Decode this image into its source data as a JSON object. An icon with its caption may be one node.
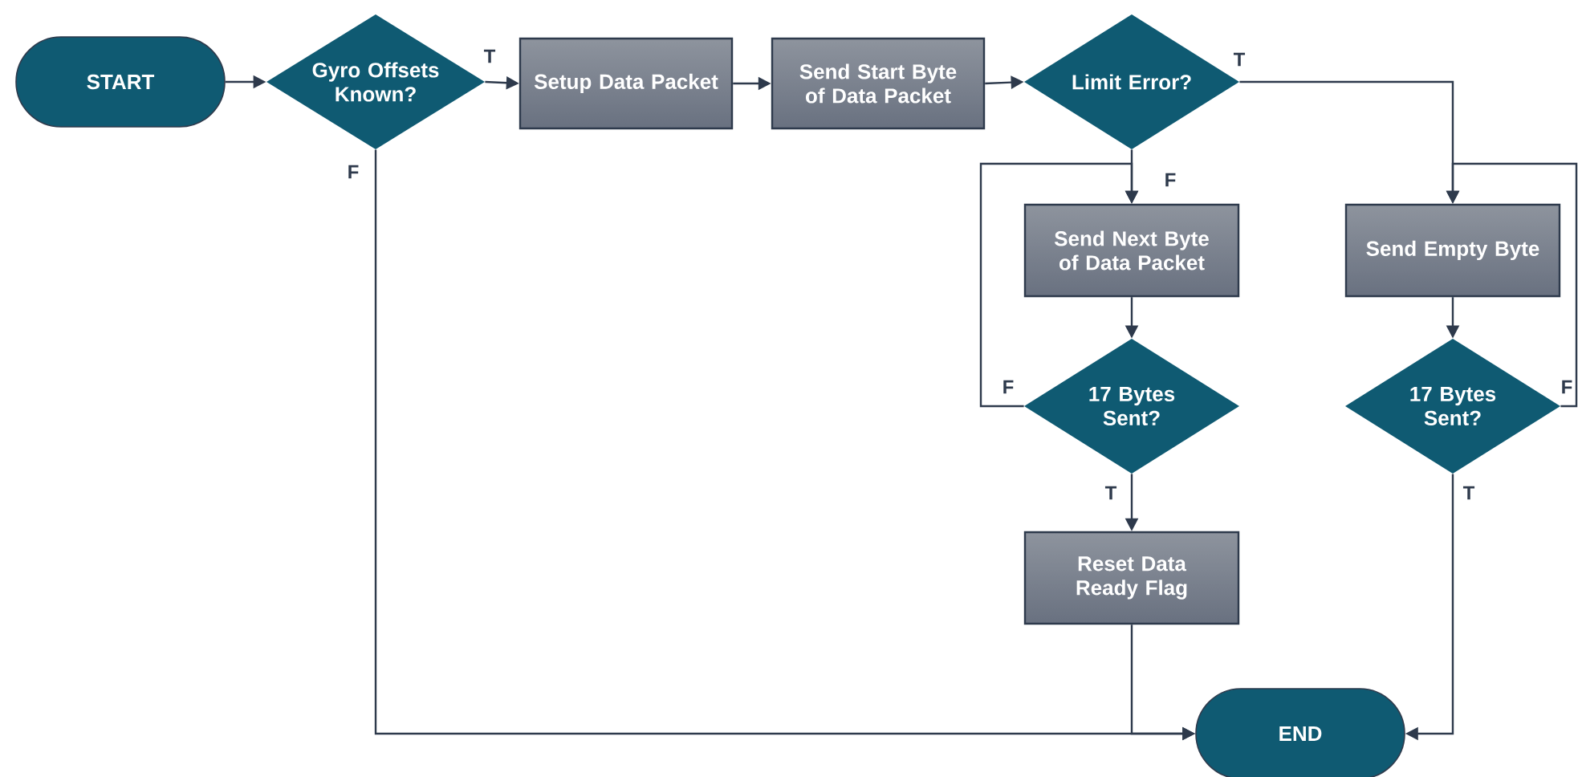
{
  "diagram": {
    "nodes": [
      {
        "text": [
          "START"
        ]
      },
      {
        "text": [
          "Gyro Offsets Known?"
        ]
      },
      {
        "text": [
          "Setup Data Packet"
        ]
      },
      {
        "text": [
          "Send Start Byte of Data Packet"
        ]
      },
      {
        "text": [
          "Limit Error?"
        ]
      },
      {
        "text": [
          "Send Next Byte of Data Packet"
        ]
      },
      {
        "text": [
          "Send Empty Byte"
        ]
      },
      {
        "text": [
          "17 Bytes Sent?"
        ]
      },
      {
        "text": [
          "17 Bytes Sent?"
        ]
      },
      {
        "text": [
          "Reset Data Ready Flag"
        ]
      },
      {
        "text": [
          "END"
        ]
      }
    ],
    "edges": [
      {
        "from": 0,
        "to": 1,
        "arrow": "to"
      },
      {
        "from": 1,
        "to": 2,
        "arrow": "to",
        "label": "T"
      },
      {
        "from": 1,
        "to": 10,
        "arrow": "to",
        "label": "F"
      },
      {
        "from": 2,
        "to": 3,
        "arrow": "to"
      },
      {
        "from": 3,
        "to": 4,
        "arrow": "to"
      },
      {
        "from": 4,
        "to": 5,
        "arrow": "to",
        "label": "F"
      },
      {
        "from": 4,
        "to": 6,
        "arrow": "to",
        "label": "T"
      },
      {
        "from": 5,
        "to": 7,
        "arrow": "to"
      },
      {
        "from": 7,
        "to": 5,
        "arrow": "to",
        "label": "F"
      },
      {
        "from": 7,
        "to": 9,
        "arrow": "to",
        "label": "T"
      },
      {
        "from": 9,
        "to": 10,
        "arrow": "to"
      },
      {
        "from": 6,
        "to": 8,
        "arrow": "to"
      },
      {
        "from": 8,
        "to": 6,
        "arrow": "to",
        "label": "F"
      },
      {
        "from": 8,
        "to": 10,
        "arrow": "to",
        "label": "T"
      }
    ]
  }
}
